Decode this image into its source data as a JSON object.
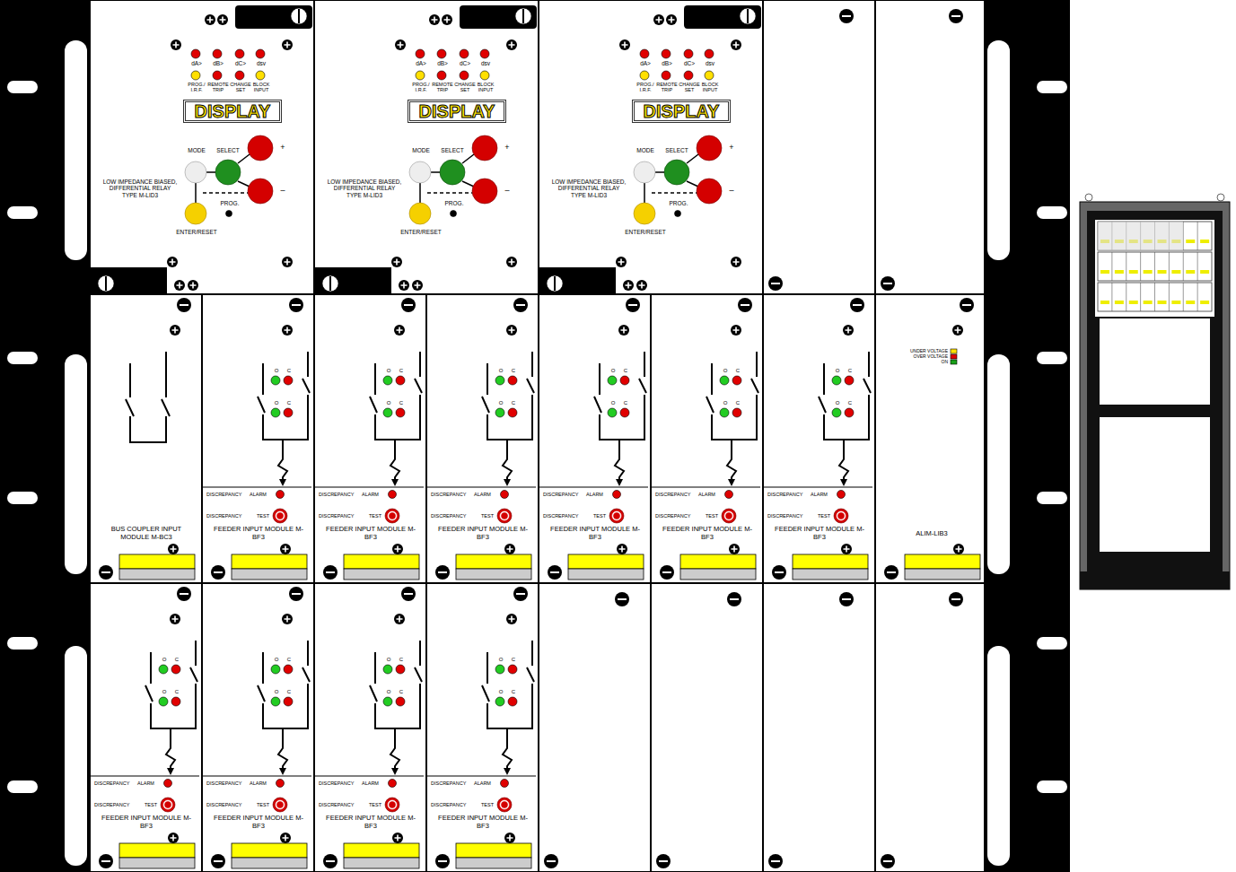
{
  "diagram": {
    "nodes": [
      {
        "text": [
          "dA>",
          "dB>",
          "dC>",
          "dsv",
          "PROG./ I.R.F.",
          "REMOTE TRIP",
          "CHANGE SET",
          "BLOCK INPUT",
          "MODE",
          "SELECT",
          "+",
          "–",
          "LOW IMPEDANCE BIASED, DIFFERENTIAL RELAY TYPE M-LID3",
          "PROG.",
          "ENTER/RESET"
        ]
      },
      {
        "text": [
          "DISPLAY"
        ],
        "in": 0
      },
      {
        "text": [
          "dA>",
          "dB>",
          "dC>",
          "dsv",
          "PROG./ I.R.F.",
          "REMOTE TRIP",
          "CHANGE SET",
          "BLOCK INPUT",
          "MODE",
          "SELECT",
          "+",
          "–",
          "LOW IMPEDANCE BIASED, DIFFERENTIAL RELAY TYPE M-LID3",
          "PROG.",
          "ENTER/RESET"
        ]
      },
      {
        "text": [
          "DISPLAY"
        ],
        "in": 2
      },
      {
        "text": [
          "dA>",
          "dB>",
          "dC>",
          "dsv",
          "PROG./ I.R.F.",
          "REMOTE TRIP",
          "CHANGE SET",
          "BLOCK INPUT",
          "MODE",
          "SELECT",
          "+",
          "–",
          "LOW IMPEDANCE BIASED, DIFFERENTIAL RELAY TYPE M-LID3",
          "PROG.",
          "ENTER/RESET"
        ]
      },
      {
        "text": [
          "DISPLAY"
        ],
        "in": 4
      },
      {
        "text": [
          "BUS COUPLER INPUT MODULE M-BC3"
        ]
      },
      {
        "text": [
          "O",
          "C",
          "O",
          "C",
          "DISCREPANCY",
          "ALARM",
          "DISCREPANCY",
          "TEST",
          "FEEDER INPUT MODULE M-BF3"
        ]
      },
      {
        "text": [
          "O",
          "C",
          "O",
          "C",
          "DISCREPANCY",
          "ALARM",
          "DISCREPANCY",
          "TEST",
          "FEEDER INPUT MODULE M-BF3"
        ]
      },
      {
        "text": [
          "O",
          "C",
          "O",
          "C",
          "DISCREPANCY",
          "ALARM",
          "DISCREPANCY",
          "TEST",
          "FEEDER INPUT MODULE M-BF3"
        ]
      },
      {
        "text": [
          "O",
          "C",
          "O",
          "C",
          "DISCREPANCY",
          "ALARM",
          "DISCREPANCY",
          "TEST",
          "FEEDER INPUT MODULE M-BF3"
        ]
      },
      {
        "text": [
          "O",
          "C",
          "O",
          "C",
          "DISCREPANCY",
          "ALARM",
          "DISCREPANCY",
          "TEST",
          "FEEDER INPUT MODULE M-BF3"
        ]
      },
      {
        "text": [
          "O",
          "C",
          "O",
          "C",
          "DISCREPANCY",
          "ALARM",
          "DISCREPANCY",
          "TEST",
          "FEEDER INPUT MODULE M-BF3"
        ]
      },
      {
        "text": [
          "UNDER VOLTAGE",
          "OVER VOLTAGE",
          "ON",
          "ALIM-LIB3"
        ]
      },
      {
        "text": [
          "O",
          "C",
          "O",
          "C",
          "DISCREPANCY",
          "ALARM",
          "DISCREPANCY",
          "TEST",
          "FEEDER INPUT MODULE M-BF3"
        ]
      },
      {
        "text": [
          "O",
          "C",
          "O",
          "C",
          "DISCREPANCY",
          "ALARM",
          "DISCREPANCY",
          "TEST",
          "FEEDER INPUT MODULE M-BF3"
        ]
      },
      {
        "text": [
          "O",
          "C",
          "O",
          "C",
          "DISCREPANCY",
          "ALARM",
          "DISCREPANCY",
          "TEST",
          "FEEDER INPUT MODULE M-BF3"
        ]
      },
      {
        "text": [
          "O",
          "C",
          "O",
          "C",
          "DISCREPANCY",
          "ALARM",
          "DISCREPANCY",
          "TEST",
          "FEEDER INPUT MODULE M-BF3"
        ]
      }
    ]
  }
}
